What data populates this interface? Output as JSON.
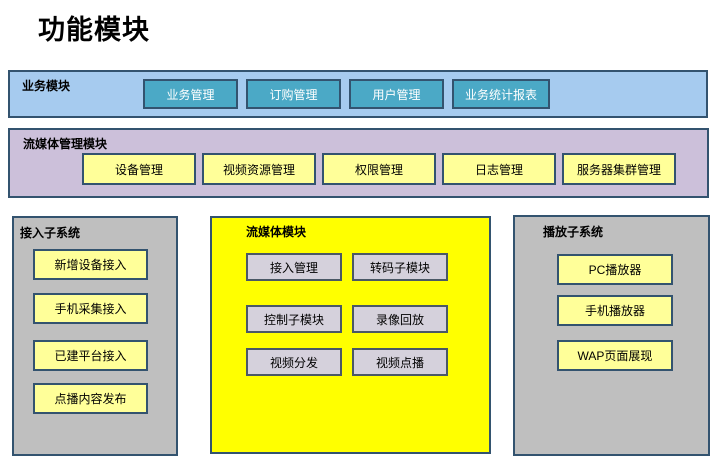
{
  "title": "功能模块",
  "sections": {
    "business": {
      "label": "业务模块",
      "buttons": [
        "业务管理",
        "订购管理",
        "用户管理",
        "业务统计报表"
      ]
    },
    "media_mgmt": {
      "label": "流媒体管理模块",
      "buttons": [
        "设备管理",
        "视频资源管理",
        "权限管理",
        "日志管理",
        "服务器集群管理"
      ]
    },
    "access": {
      "label": "接入子系统",
      "buttons": [
        "新增设备接入",
        "手机采集接入",
        "已建平台接入",
        "点播内容发布"
      ]
    },
    "media": {
      "label": "流媒体模块",
      "buttons": [
        "接入管理",
        "转码子模块",
        "控制子模块",
        "录像回放",
        "视频分发",
        "视频点播"
      ]
    },
    "player": {
      "label": "播放子系统",
      "buttons": [
        "PC播放器",
        "手机播放器",
        "WAP页面展现"
      ]
    }
  },
  "colors": {
    "section_business_bg": "#A6CBEF",
    "teal_button_bg": "#4BA9C6",
    "section_media_mgmt_bg": "#CCC0DA",
    "yellow_button_bg": "#FFFF99",
    "gray_section_bg": "#BFBFBF",
    "media_section_bg": "#FFFF00",
    "media_button_bg": "#D5D1DC",
    "border_dark": "#33536F",
    "border_gray": "#4A5866",
    "button_text_light": "#FFFFFF"
  }
}
